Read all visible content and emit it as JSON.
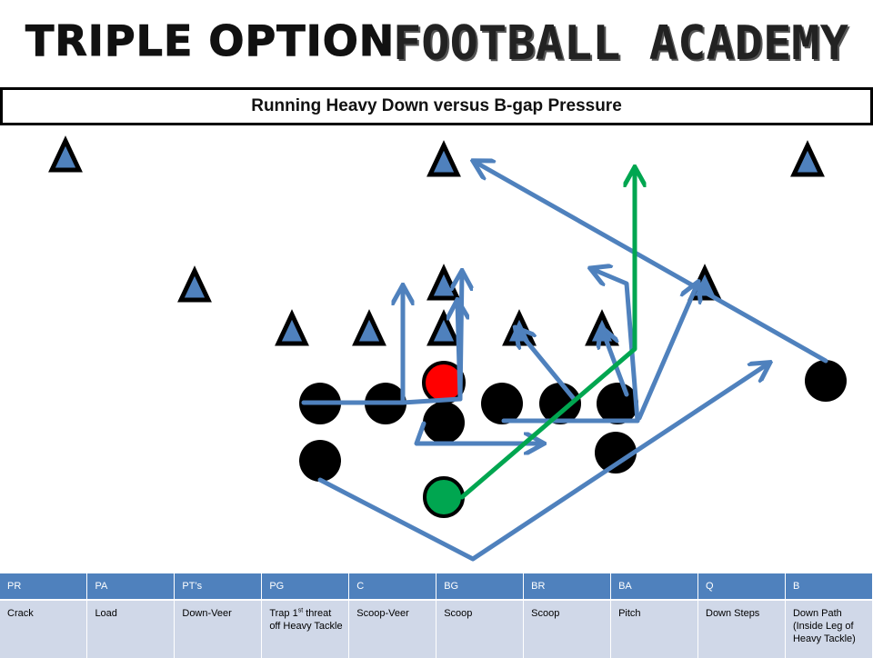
{
  "header": {
    "logo_left": "TRIPLE OPTION",
    "logo_right": "FOOTBALL ACADEMY"
  },
  "title": "Running Heavy Down versus B-gap Pressure",
  "colors": {
    "route": "#4f81bd",
    "qb_path": "#00a650",
    "defender_fill": "#4f81bd",
    "offense": "#000000",
    "center": "#ff0000",
    "ballcarrier": "#00a650",
    "table_header": "#4f81bd",
    "table_body": "#d0d8e8"
  },
  "table": {
    "headers": [
      "PR",
      "PA",
      "PT’s",
      "PG",
      "C",
      "BG",
      "BR",
      "BA",
      "Q",
      "B"
    ],
    "assignments": [
      "Crack",
      "Load",
      "Down-Veer",
      "Trap 1st threat off Heavy Tackle",
      "Scoop-Veer",
      "Scoop",
      "Scoop",
      "Pitch",
      "Down Steps",
      "Down Path (Inside Leg of Heavy Tackle)"
    ]
  }
}
